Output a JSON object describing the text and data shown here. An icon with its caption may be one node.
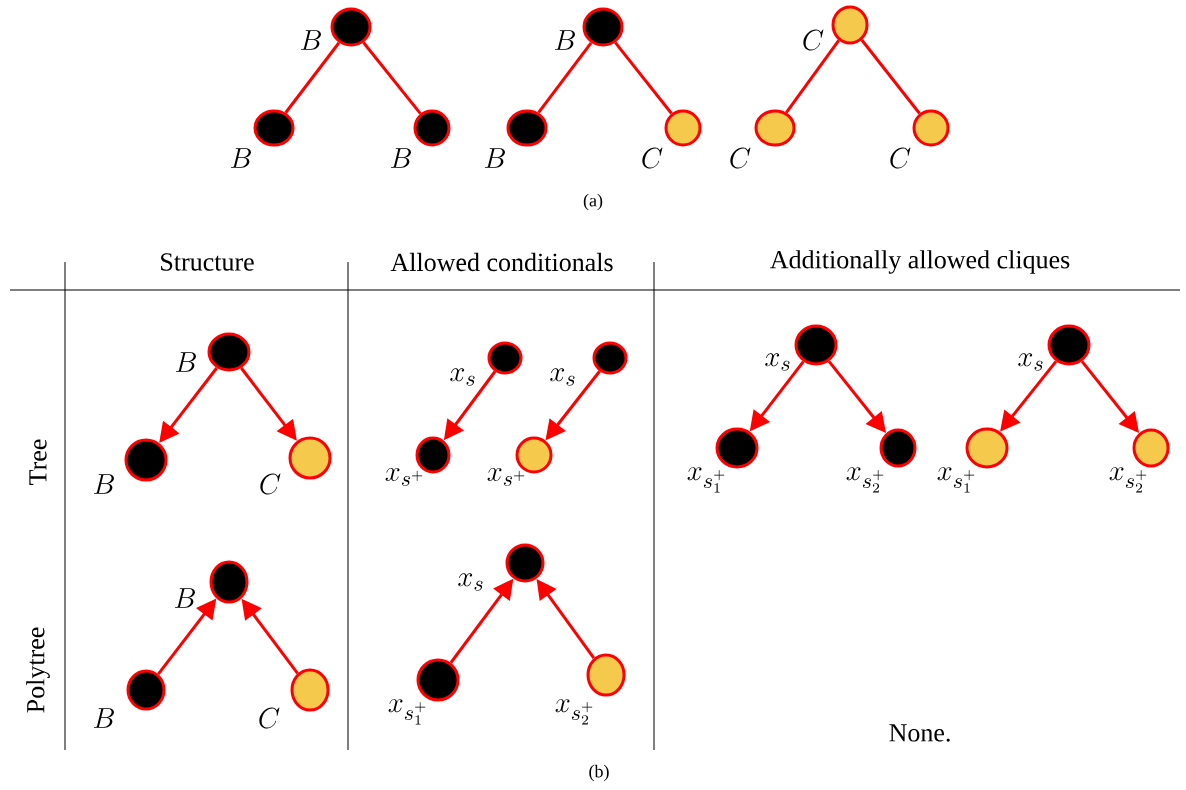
{
  "diagram": {
    "nodes": [
      {
        "text": [],
        "shape": "circle",
        "beside": [
          "B"
        ]
      },
      {
        "text": [],
        "shape": "circle",
        "beside": [
          "B"
        ]
      },
      {
        "text": [],
        "shape": "circle",
        "beside": [
          "B"
        ]
      },
      {
        "text": [],
        "shape": "circle",
        "beside": [
          "B"
        ]
      },
      {
        "text": [],
        "shape": "circle",
        "beside": [
          "B"
        ]
      },
      {
        "text": [],
        "shape": "circle",
        "beside": [
          "C"
        ]
      },
      {
        "text": [],
        "shape": "circle",
        "beside": [
          "C"
        ]
      },
      {
        "text": [],
        "shape": "circle",
        "beside": [
          "C"
        ]
      },
      {
        "text": [],
        "shape": "circle",
        "beside": [
          "C"
        ]
      },
      {
        "text": [],
        "shape": "circle",
        "beside": [
          "B"
        ]
      },
      {
        "text": [],
        "shape": "circle",
        "beside": [
          "B"
        ]
      },
      {
        "text": [],
        "shape": "circle",
        "beside": [
          "C"
        ]
      },
      {
        "text": [],
        "shape": "circle",
        "beside": [
          "x_{s}"
        ]
      },
      {
        "text": [],
        "shape": "circle",
        "beside": [
          "x_{s^{+}}"
        ]
      },
      {
        "text": [],
        "shape": "circle",
        "beside": [
          "x_{s}"
        ]
      },
      {
        "text": [],
        "shape": "circle",
        "beside": [
          "x_{s^{+}}"
        ]
      },
      {
        "text": [],
        "shape": "circle",
        "beside": [
          "x_{s}"
        ]
      },
      {
        "text": [],
        "shape": "circle",
        "beside": [
          "x_{s_{1}^{+}}"
        ]
      },
      {
        "text": [],
        "shape": "circle",
        "beside": [
          "x_{s_{2}^{+}}"
        ]
      },
      {
        "text": [],
        "shape": "circle",
        "beside": [
          "x_{s}"
        ]
      },
      {
        "text": [],
        "shape": "circle",
        "beside": [
          "x_{s_{1}^{+}}"
        ]
      },
      {
        "text": [],
        "shape": "circle",
        "beside": [
          "x_{s_{2}^{+}}"
        ]
      },
      {
        "text": [],
        "shape": "circle",
        "beside": [
          "B"
        ]
      },
      {
        "text": [],
        "shape": "circle",
        "beside": [
          "B"
        ]
      },
      {
        "text": [],
        "shape": "circle",
        "beside": [
          "C"
        ]
      },
      {
        "text": [],
        "shape": "circle",
        "beside": [
          "x_{s}"
        ]
      },
      {
        "text": [],
        "shape": "circle",
        "beside": [
          "x_{s_{1}^{+}}"
        ]
      },
      {
        "text": [],
        "shape": "circle",
        "beside": [
          "x_{s_{2}^{+}}"
        ]
      }
    ],
    "edges": [
      {
        "from": 0,
        "to": 1,
        "arrow": "none"
      },
      {
        "from": 0,
        "to": 2,
        "arrow": "none"
      },
      {
        "from": 3,
        "to": 4,
        "arrow": "none"
      },
      {
        "from": 3,
        "to": 5,
        "arrow": "none"
      },
      {
        "from": 6,
        "to": 7,
        "arrow": "none"
      },
      {
        "from": 6,
        "to": 8,
        "arrow": "none"
      },
      {
        "from": 9,
        "to": 10,
        "arrow": "to"
      },
      {
        "from": 9,
        "to": 11,
        "arrow": "to"
      },
      {
        "from": 12,
        "to": 13,
        "arrow": "to"
      },
      {
        "from": 14,
        "to": 15,
        "arrow": "to"
      },
      {
        "from": 16,
        "to": 17,
        "arrow": "to"
      },
      {
        "from": 16,
        "to": 18,
        "arrow": "to"
      },
      {
        "from": 19,
        "to": 20,
        "arrow": "to"
      },
      {
        "from": 19,
        "to": 21,
        "arrow": "to"
      },
      {
        "from": 23,
        "to": 22,
        "arrow": "to"
      },
      {
        "from": 24,
        "to": 22,
        "arrow": "to"
      },
      {
        "from": 26,
        "to": 25,
        "arrow": "to"
      },
      {
        "from": 27,
        "to": 25,
        "arrow": "to"
      }
    ],
    "labels": [
      "(a)",
      "Structure",
      "Allowed conditionals",
      "Additionally allowed cliques",
      "Tree",
      "Polytree",
      "None.",
      "(b)"
    ]
  }
}
